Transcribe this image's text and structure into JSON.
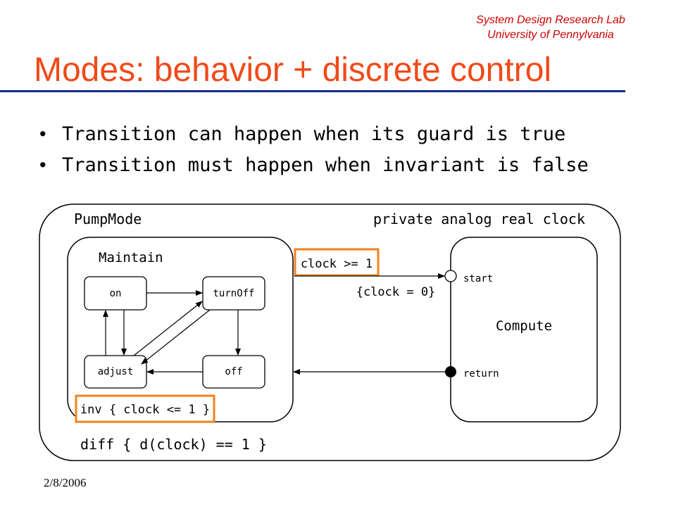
{
  "header": {
    "lab_line1": "System Design Research Lab",
    "lab_line2": "University of Pennylvania"
  },
  "title": "Modes: behavior + discrete control",
  "bullets": [
    "Transition can happen when its guard is true",
    "Transition must happen when invariant is false"
  ],
  "diagram": {
    "outer_mode": "PumpMode",
    "variable_decl": "private analog real clock",
    "submode_maintain": "Maintain",
    "submode_compute": "Compute",
    "states": {
      "on": "on",
      "turnoff": "turnOff",
      "adjust": "adjust",
      "off": "off"
    },
    "guard": "clock >= 1",
    "reset": "{clock = 0}",
    "entry_point": "start",
    "exit_point": "return",
    "invariant": "inv { clock <= 1 }",
    "flow": "diff { d(clock) == 1 }",
    "highlight_color": "#f0821e"
  },
  "footer": {
    "date": "2/8/2006"
  }
}
